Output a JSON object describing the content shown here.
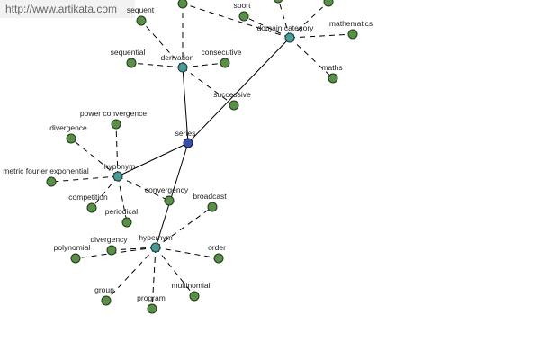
{
  "url_banner": "http://www.artikata.com",
  "colors": {
    "leaf": "#5a8f47",
    "relation": "#4a9a98",
    "center": "#3a4faa"
  },
  "center": {
    "label": "series"
  },
  "relations": [
    {
      "label": "derivation"
    },
    {
      "label": "domain category"
    },
    {
      "label": "hyponym"
    },
    {
      "label": "hypernym"
    }
  ],
  "leaves": {
    "derivation": [
      "sequent",
      "sequential",
      "consecutive",
      "successive"
    ],
    "domain_category": [
      "sport",
      "mathematics",
      "maths"
    ],
    "hyponym": [
      "power convergence",
      "divergence",
      "metric fourier exponential",
      "competition",
      "periodical",
      "convergency"
    ],
    "hypernym": [
      "broadcast",
      "order",
      "multinomial",
      "program",
      "group",
      "polynomial",
      "divergency"
    ]
  }
}
